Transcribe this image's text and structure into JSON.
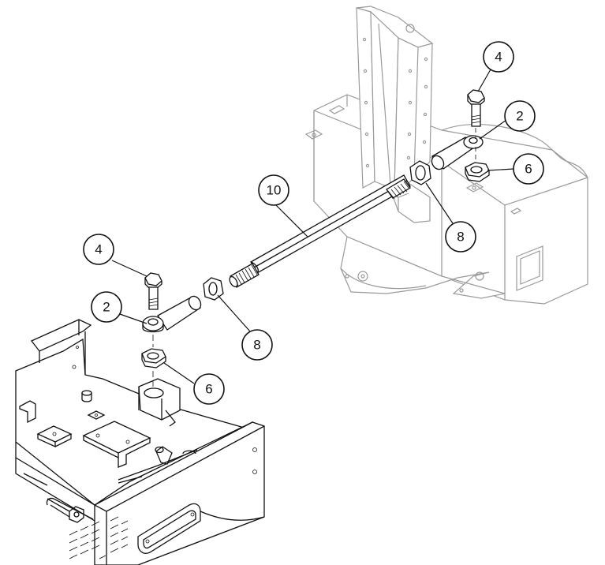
{
  "callouts": [
    {
      "label": "4"
    },
    {
      "label": "2"
    },
    {
      "label": "6"
    },
    {
      "label": "8"
    },
    {
      "label": "10"
    },
    {
      "label": "4"
    },
    {
      "label": "2"
    },
    {
      "label": "8"
    },
    {
      "label": "6"
    }
  ]
}
